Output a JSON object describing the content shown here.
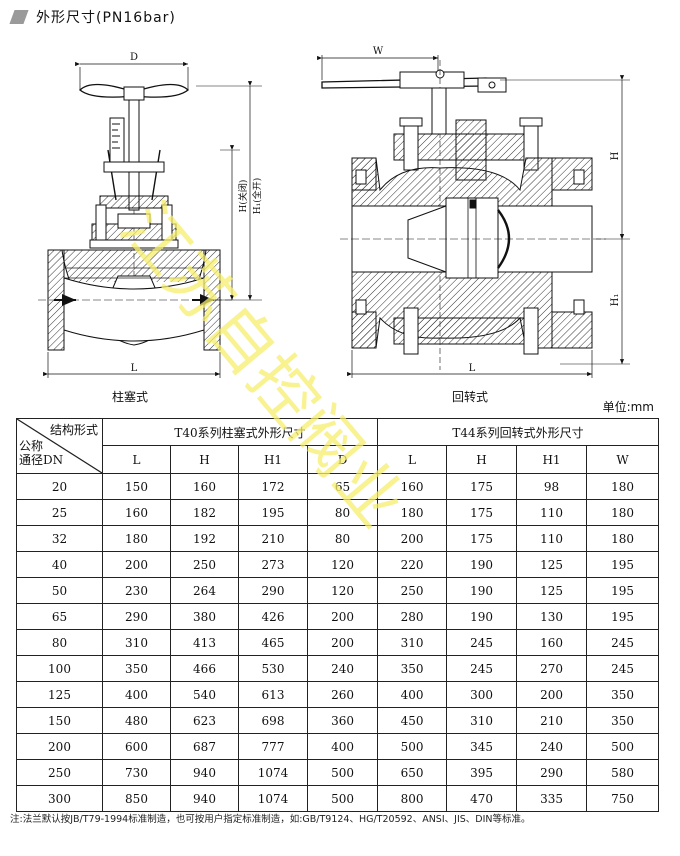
{
  "title": "外形尺寸(PN16bar)",
  "captions": {
    "left": "柱塞式",
    "right": "回转式"
  },
  "dim_labels": {
    "D": "D",
    "W": "W",
    "L": "L",
    "H_closed": "H(关闭)",
    "H1_open": "H₁(全开)",
    "H": "H",
    "H1": "H₁"
  },
  "unit": "单位:mm",
  "table": {
    "corner_top": "结构形式",
    "corner_mid": "公称",
    "corner_bottom": "通径DN",
    "group_left": "T40系列柱塞式外形尺寸",
    "group_right": "T44系列回转式外形尺寸",
    "cols_left": [
      "L",
      "H",
      "H1",
      "D"
    ],
    "cols_right": [
      "L",
      "H",
      "H1",
      "W"
    ],
    "rows": [
      [
        "20",
        "150",
        "160",
        "172",
        "65",
        "160",
        "175",
        "98",
        "180"
      ],
      [
        "25",
        "160",
        "182",
        "195",
        "80",
        "180",
        "175",
        "110",
        "180"
      ],
      [
        "32",
        "180",
        "192",
        "210",
        "80",
        "200",
        "175",
        "110",
        "180"
      ],
      [
        "40",
        "200",
        "250",
        "273",
        "120",
        "220",
        "190",
        "125",
        "195"
      ],
      [
        "50",
        "230",
        "264",
        "290",
        "120",
        "250",
        "190",
        "125",
        "195"
      ],
      [
        "65",
        "290",
        "380",
        "426",
        "200",
        "280",
        "190",
        "130",
        "195"
      ],
      [
        "80",
        "310",
        "413",
        "465",
        "200",
        "310",
        "245",
        "160",
        "245"
      ],
      [
        "100",
        "350",
        "466",
        "530",
        "240",
        "350",
        "245",
        "270",
        "245"
      ],
      [
        "125",
        "400",
        "540",
        "613",
        "260",
        "400",
        "300",
        "200",
        "350"
      ],
      [
        "150",
        "480",
        "623",
        "698",
        "360",
        "450",
        "310",
        "210",
        "350"
      ],
      [
        "200",
        "600",
        "687",
        "777",
        "400",
        "500",
        "345",
        "240",
        "500"
      ],
      [
        "250",
        "730",
        "940",
        "1074",
        "500",
        "650",
        "395",
        "290",
        "580"
      ],
      [
        "300",
        "850",
        "940",
        "1074",
        "500",
        "800",
        "470",
        "335",
        "750"
      ]
    ]
  },
  "note": "注:法兰默认按JB/T79-1994标准制造，也可按用户指定标准制造，如:GB/T9124、HG/T20592、ANSI、JIS、DIN等标准。",
  "watermark": "江苏自控阀业",
  "colors": {
    "hatch": "#333333",
    "highlight": "#f7f06a",
    "watermark": "#f5ee6c"
  }
}
